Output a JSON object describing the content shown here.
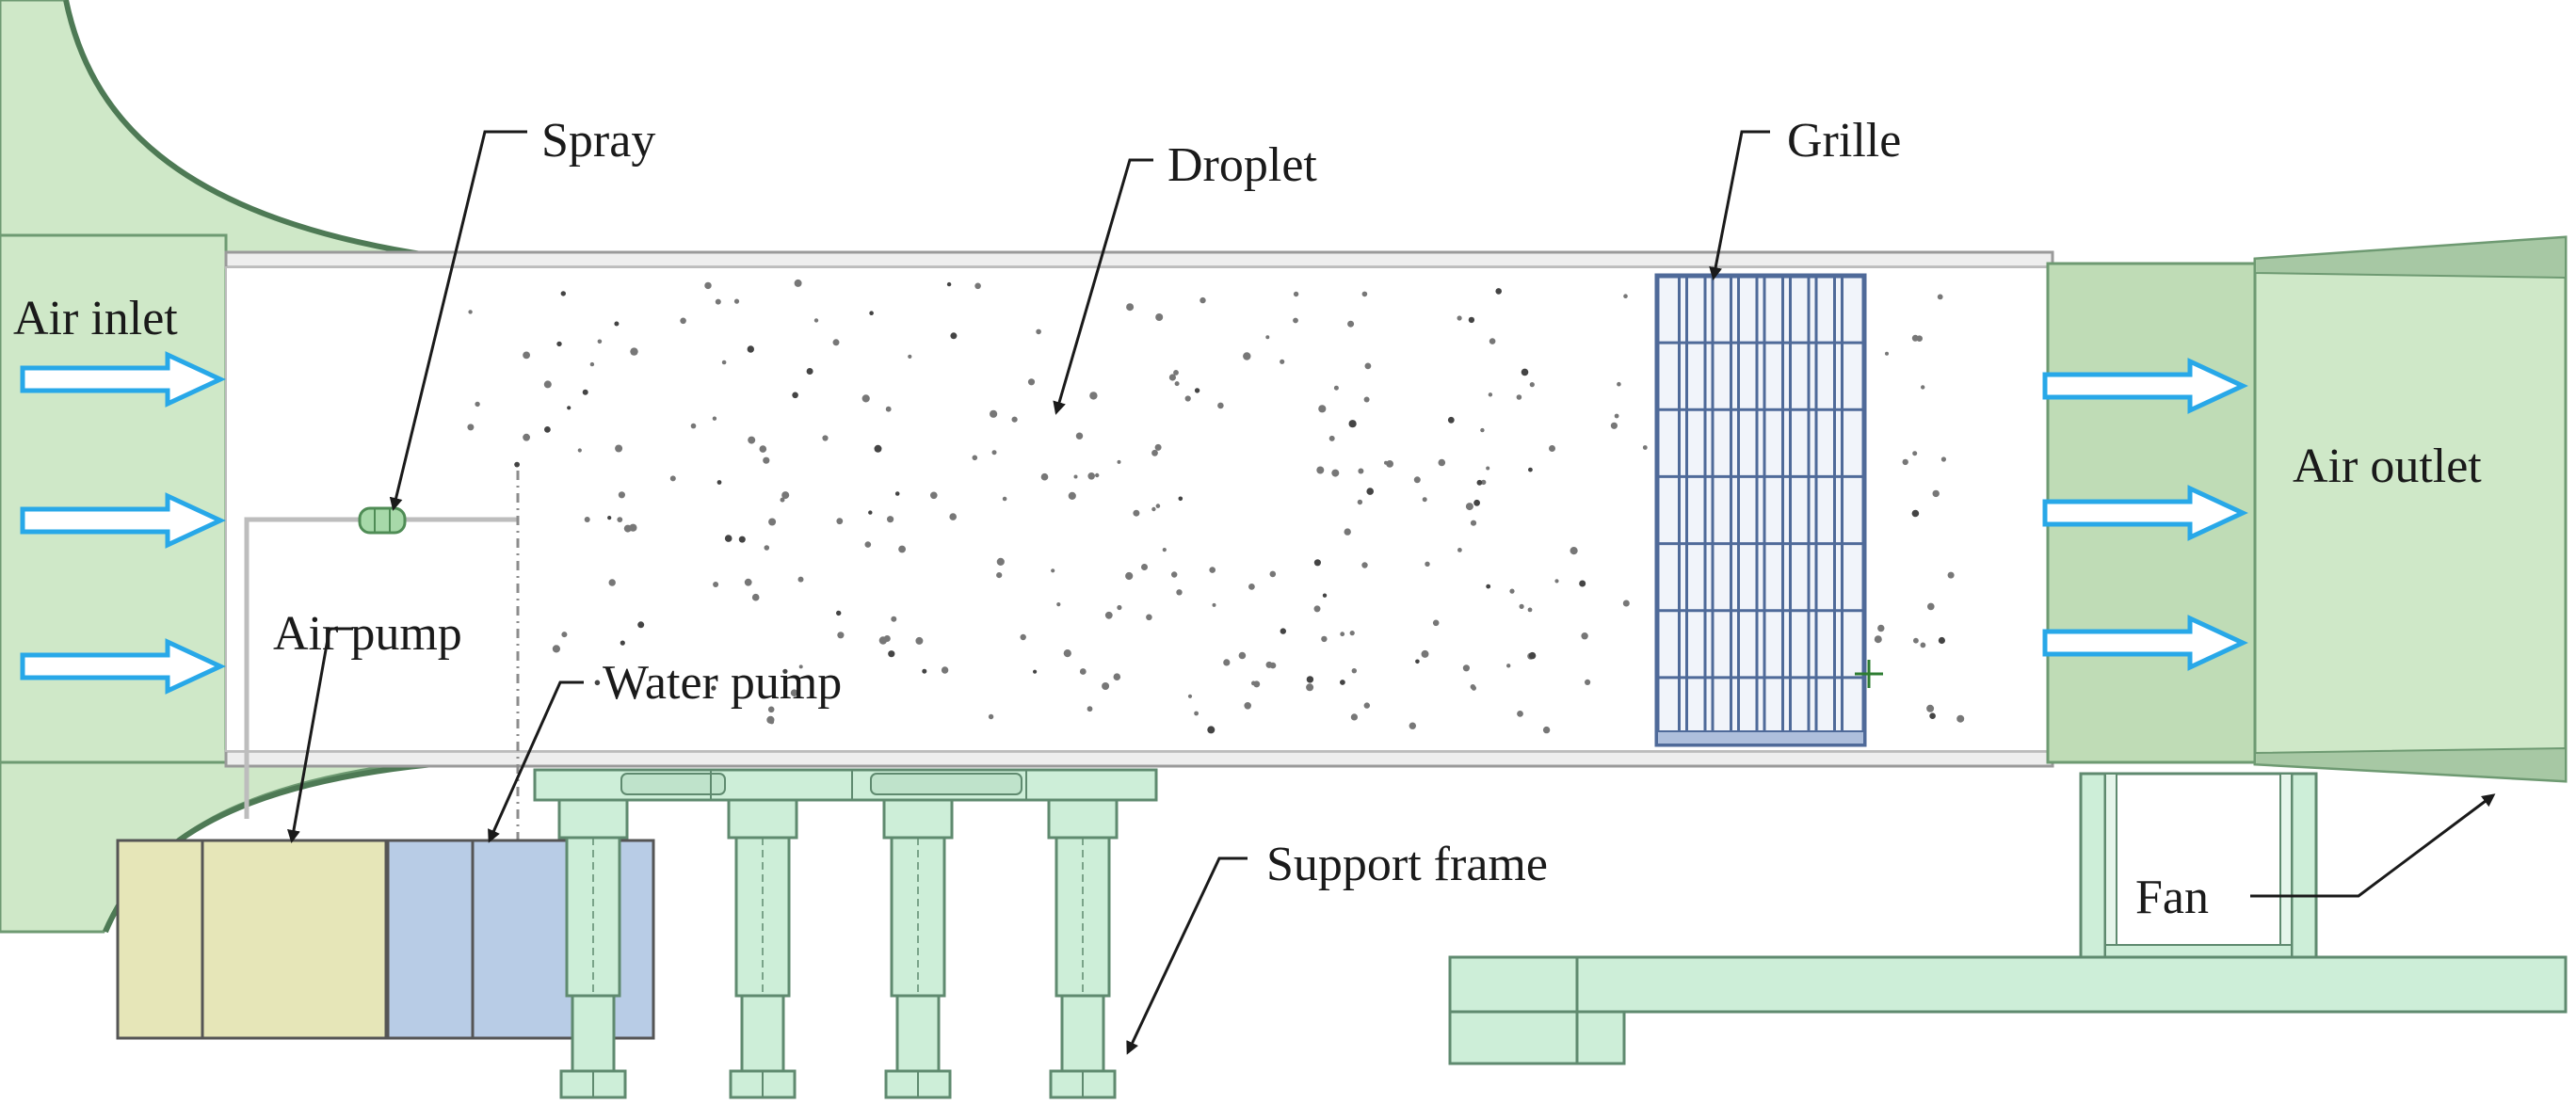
{
  "labels": {
    "spray": "Spray",
    "droplet": "Droplet",
    "grille": "Grille",
    "air_inlet": "Air inlet",
    "air_outlet": "Air outlet",
    "air_pump": "Air pump",
    "water_pump": "Water pump",
    "support_frame": "Support frame",
    "fan": "Fan"
  },
  "colors": {
    "duct_green": "#cfe8c8",
    "duct_green_dark": "#6e9a72",
    "frame_green": "#cdeed8",
    "frame_stroke": "#5f8a6f",
    "air_pump_fill": "#e6e6b8",
    "water_pump_fill": "#b8cce6",
    "grille_stroke": "#4f6a99",
    "arrow_blue": "#28a8e8",
    "droplet_dot": "#777777"
  },
  "icons": {
    "flow_arrow": "hollow-right-arrow-icon",
    "leader": "leader-arrow-icon"
  }
}
